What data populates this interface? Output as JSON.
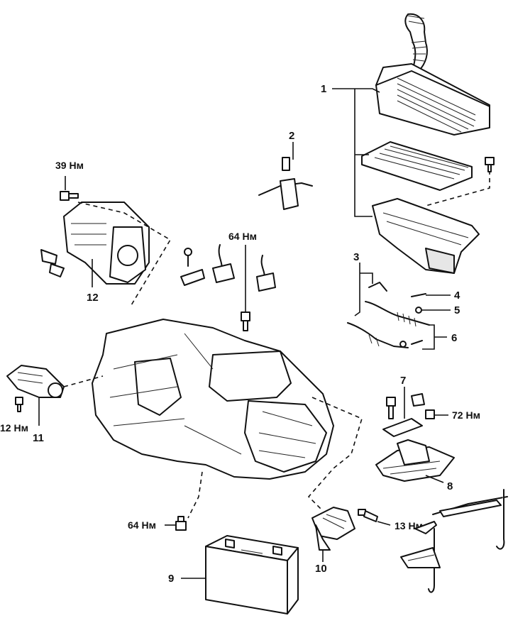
{
  "labels": {
    "n1": "1",
    "n2": "2",
    "n3": "3",
    "n4": "4",
    "n5": "5",
    "n6": "6",
    "n7": "7",
    "n8": "8",
    "n9": "9",
    "n10": "10",
    "n11": "11",
    "n12": "12"
  },
  "torques": {
    "t39": "39 Нм",
    "t64_top": "64 Нм",
    "t64_bottom": "64 Нм",
    "t72": "72 Нм",
    "t13": "13 Нм",
    "t12": "12 Нм"
  }
}
